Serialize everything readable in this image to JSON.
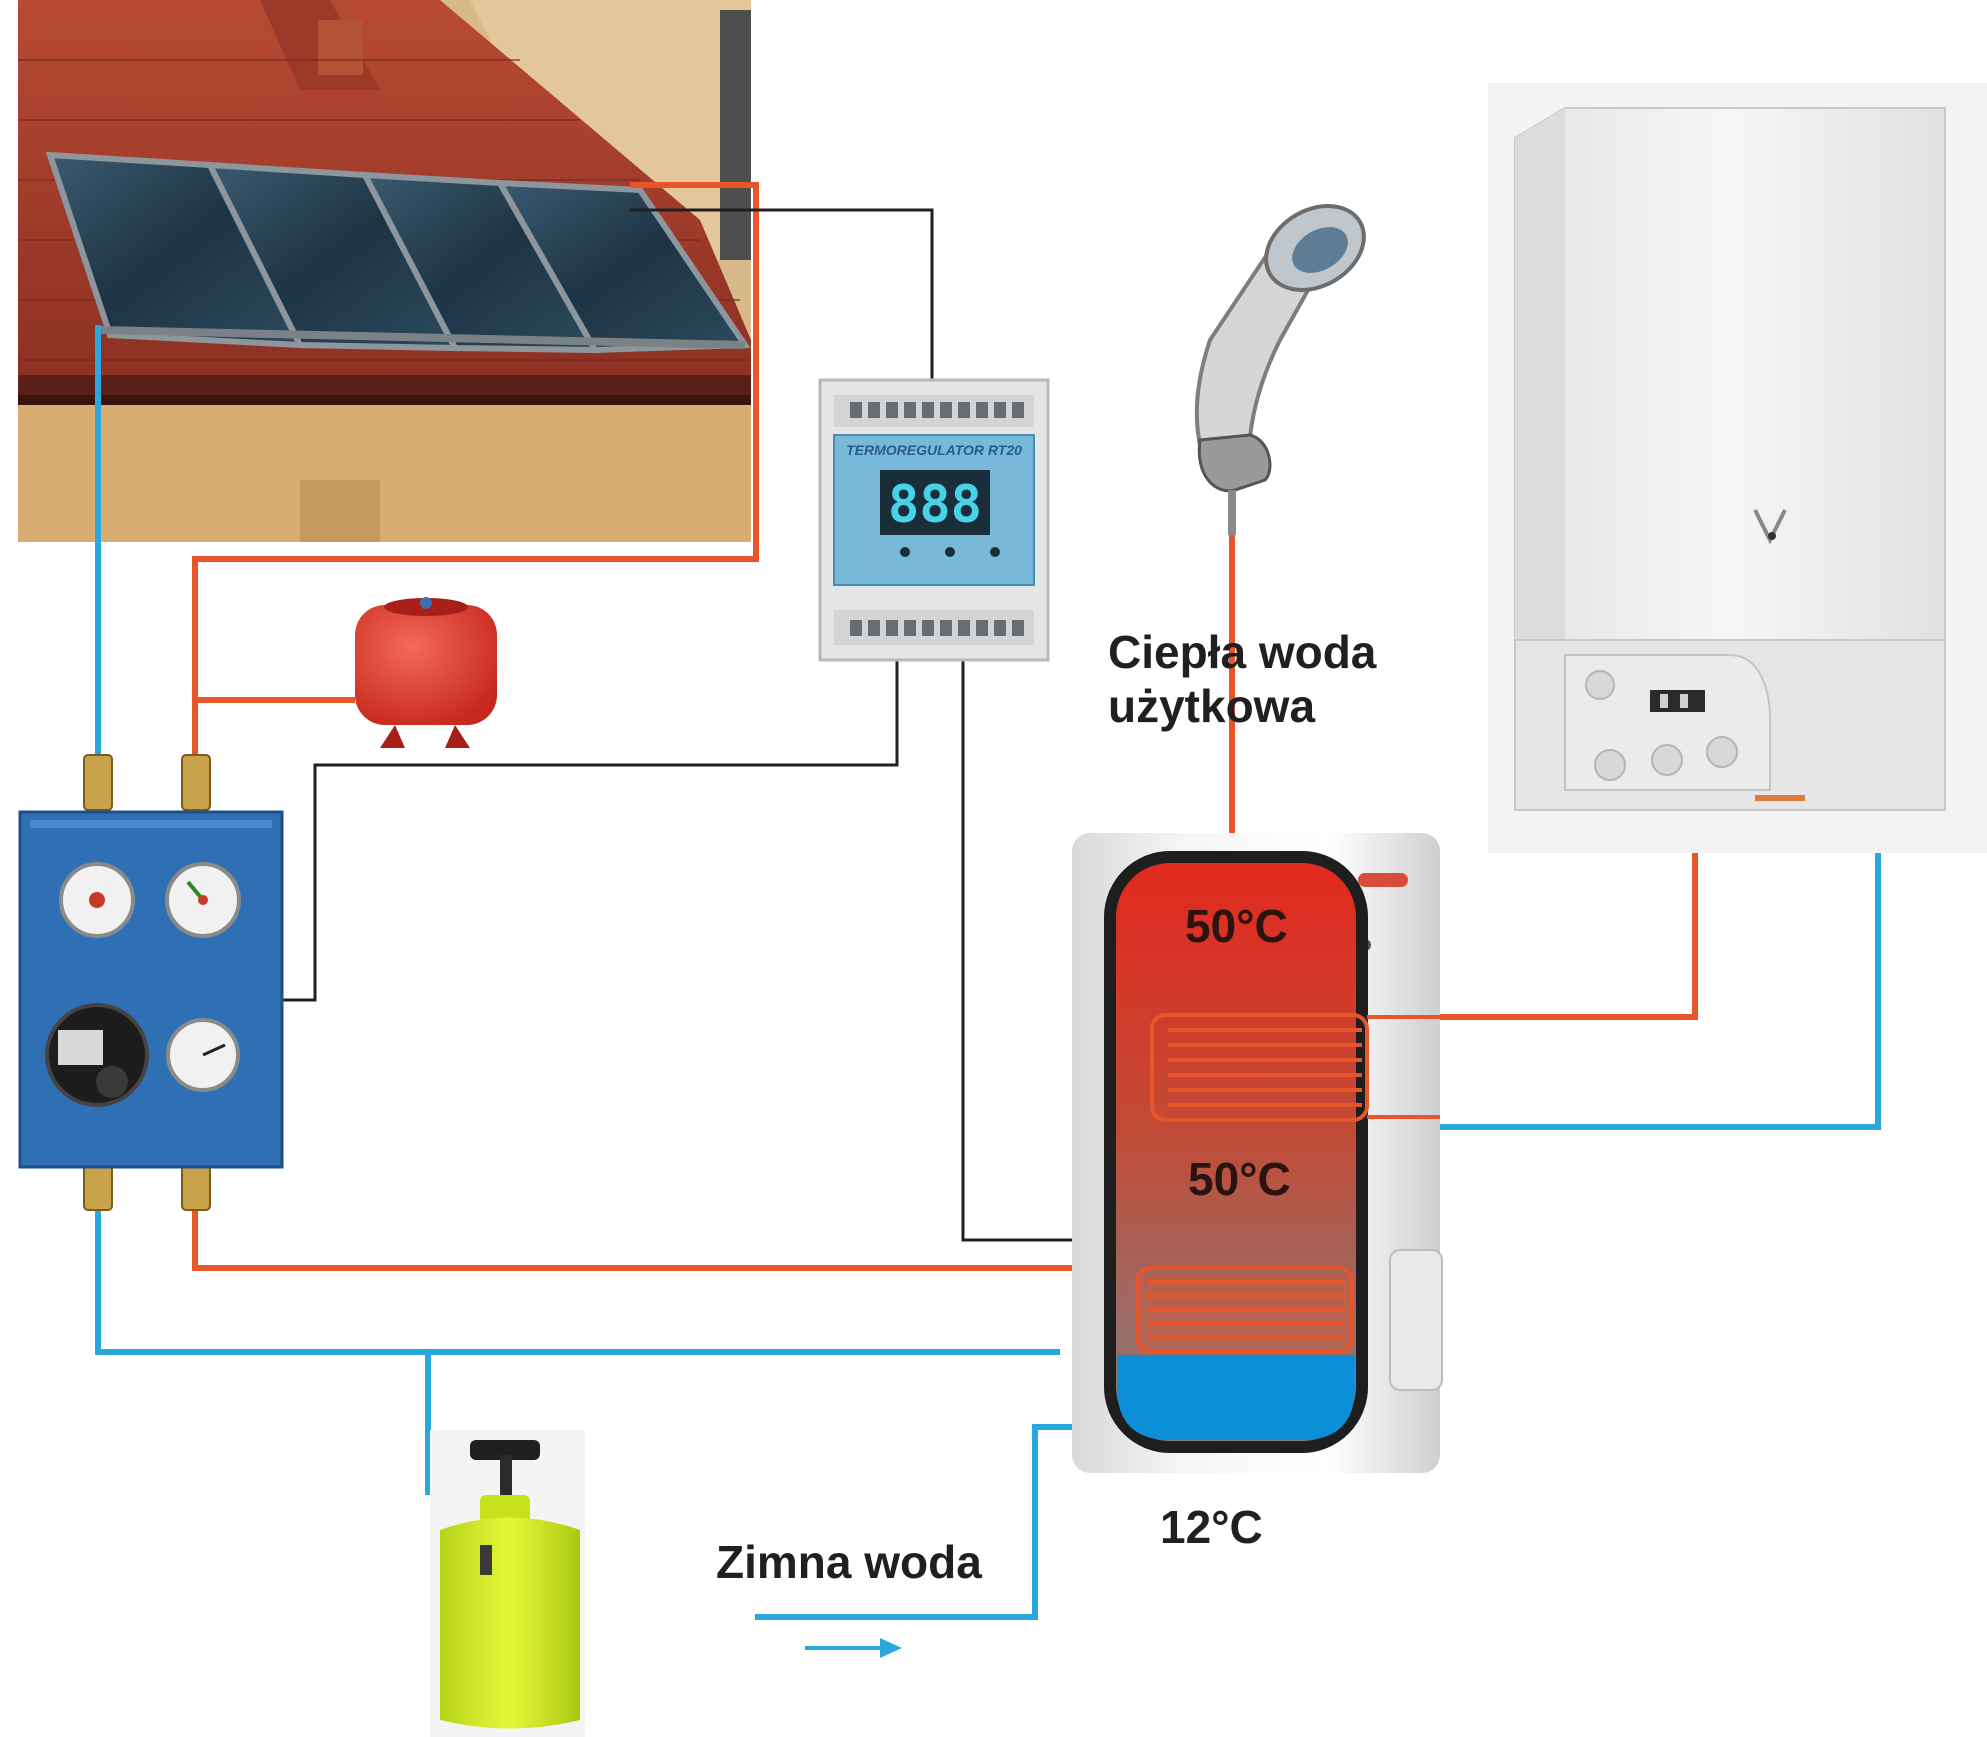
{
  "labels": {
    "hot_water_line1": "Ciepła woda",
    "hot_water_line2": "użytkowa",
    "cold_water": "Zimna woda",
    "tank_top_temp": "50°C",
    "tank_mid_temp": "50°C",
    "tank_bottom_temp": "12°C"
  },
  "controller": {
    "title": "TERMOREGULATOR RT20",
    "display": "888"
  },
  "colors": {
    "hot_pipe": "#e8552a",
    "cold_pipe": "#2aa7dc",
    "signal_wire": "#231f20",
    "tank_hot": "#e3281e",
    "tank_cold": "#0d8fd8",
    "station_blue": "#2f6fb4"
  }
}
